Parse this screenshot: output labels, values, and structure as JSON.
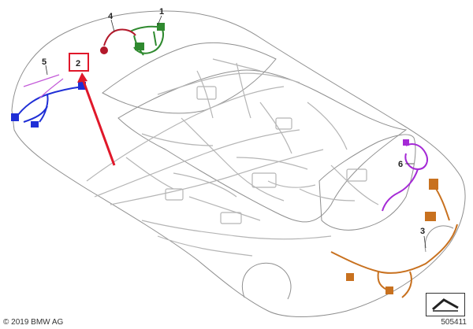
{
  "callouts": [
    {
      "id": "1",
      "label": "1"
    },
    {
      "id": "2",
      "label": "2"
    },
    {
      "id": "3",
      "label": "3"
    },
    {
      "id": "4",
      "label": "4"
    },
    {
      "id": "5",
      "label": "5"
    },
    {
      "id": "6",
      "label": "6"
    }
  ],
  "footer": {
    "copyright": "© 2019 BMW AG",
    "diagram_id": "505411"
  },
  "colors": {
    "harness_1": "#2f8a2f",
    "harness_2_highlight": "#e0182a",
    "harness_3": "#c8711f",
    "harness_4": "#b3182a",
    "harness_5": "#1f2fd6",
    "harness_6": "#a52ad6",
    "body_outline": "#8f8f8f",
    "wiring_gray": "#b5b5b5"
  },
  "icons": [
    "navigation-arrow-icon"
  ]
}
